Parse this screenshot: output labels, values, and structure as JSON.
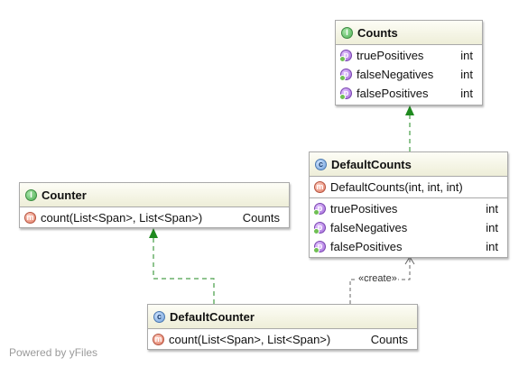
{
  "nodes": {
    "counts": {
      "kind_letter": "I",
      "title": "Counts",
      "fields": [
        {
          "name": "truePositives",
          "type": "int",
          "badge": "p"
        },
        {
          "name": "falseNegatives",
          "type": "int",
          "badge": "p"
        },
        {
          "name": "falsePositives",
          "type": "int",
          "badge": "p"
        }
      ]
    },
    "default_counts": {
      "kind_letter": "c",
      "title": "DefaultCounts",
      "constructors": [
        {
          "name": "DefaultCounts(int, int, int)",
          "badge": "m"
        }
      ],
      "fields": [
        {
          "name": "truePositives",
          "type": "int",
          "badge": "p"
        },
        {
          "name": "falseNegatives",
          "type": "int",
          "badge": "p"
        },
        {
          "name": "falsePositives",
          "type": "int",
          "badge": "p"
        }
      ]
    },
    "counter": {
      "kind_letter": "I",
      "title": "Counter",
      "methods": [
        {
          "name": "count(List<Span>, List<Span>)",
          "type": "Counts",
          "badge": "m"
        }
      ]
    },
    "default_counter": {
      "kind_letter": "c",
      "title": "DefaultCounter",
      "methods": [
        {
          "name": "count(List<Span>, List<Span>)",
          "type": "Counts",
          "badge": "m"
        }
      ]
    }
  },
  "edges": {
    "create_label": "«create»"
  },
  "colors": {
    "implements_edge": "#1f8a1f",
    "dependency_edge": "#666666",
    "border": "#a9a9a9"
  },
  "watermark": "Powered by yFiles"
}
